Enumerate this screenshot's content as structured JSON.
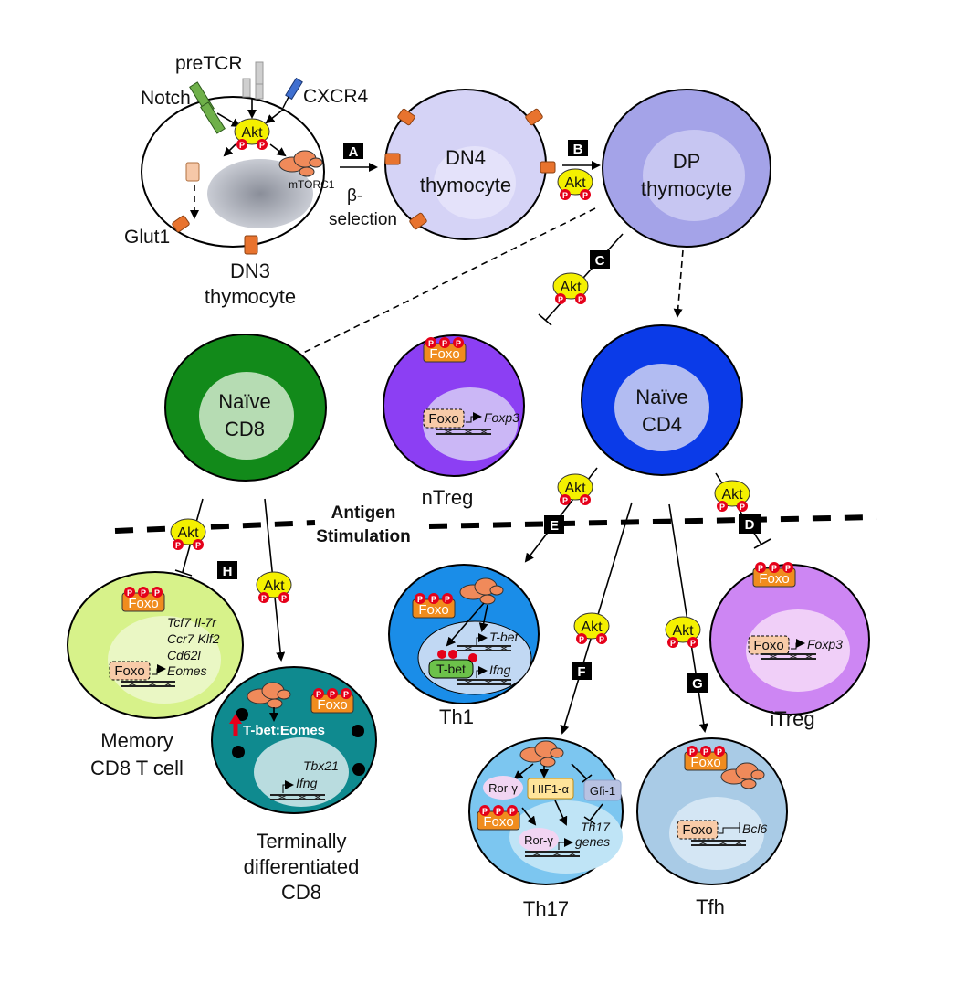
{
  "title": "Akt signaling in T cell development and differentiation",
  "cells": {
    "dn3": {
      "name_line1": "DN3",
      "name_line2": "thymocyte",
      "color": "#ffffff"
    },
    "dn4": {
      "name_line1": "DN4",
      "name_line2": "thymocyte",
      "color": "#d5d3f6"
    },
    "dp": {
      "name_line1": "DP",
      "name_line2": "thymocyte",
      "color": "#a4a3e8"
    },
    "naive_cd8": {
      "name_line1": "Naïve",
      "name_line2": "CD8",
      "color": "#128a1a"
    },
    "ntreg": {
      "name": "nTreg",
      "color": "#8c3ff3"
    },
    "naive_cd4": {
      "name_line1": "Naïve",
      "name_line2": "CD4",
      "color": "#0b3be8"
    },
    "memory_cd8": {
      "name_line1": "Memory",
      "name_line2": "CD8 T cell",
      "color": "#d7f28a"
    },
    "terminal_cd8": {
      "name_line1": "Terminally",
      "name_line2": "differentiated",
      "name_line3": "CD8",
      "color": "#0f8a8f"
    },
    "th1": {
      "name": "Th1",
      "color": "#1a8de8"
    },
    "th17": {
      "name": "Th17",
      "color": "#7cc6f0"
    },
    "tfh": {
      "name": "Tfh",
      "color": "#a9cbe6"
    },
    "itreg": {
      "name": "iTreg",
      "color": "#cd86f3"
    }
  },
  "receptors": {
    "pretcr": "preTCR",
    "notch": "Notch",
    "cxcr4": "CXCR4",
    "glut1": "Glut1",
    "mtorc1": "mTORC1"
  },
  "molecules": {
    "akt": "Akt",
    "phospho": "P",
    "foxo": "Foxo",
    "tbet": "T-bet",
    "ror_gamma": "Ror-γ",
    "hif1a": "HIF1-α",
    "gfi1": "Gfi-1"
  },
  "genes": {
    "foxp3": "Foxp3",
    "tbet_gene": "T-bet",
    "ifng": "Ifng",
    "tbx21": "Tbx21",
    "th17_line1": "Th17",
    "th17_line2": "genes",
    "bcl6": "Bcl6",
    "memory_line1": "Tcf7 Il-7r",
    "memory_line2": "Ccr7 Klf2",
    "memory_line3": "Cd62l",
    "eomes": "Eomes",
    "tbet_eomes": "T-bet:Eomes"
  },
  "annotations": {
    "beta_selection_line1": "β-",
    "beta_selection_line2": "selection",
    "antigen_line1": "Antigen",
    "antigen_line2": "Stimulation"
  },
  "step_labels": [
    "A",
    "B",
    "C",
    "D",
    "E",
    "F",
    "G",
    "H"
  ]
}
